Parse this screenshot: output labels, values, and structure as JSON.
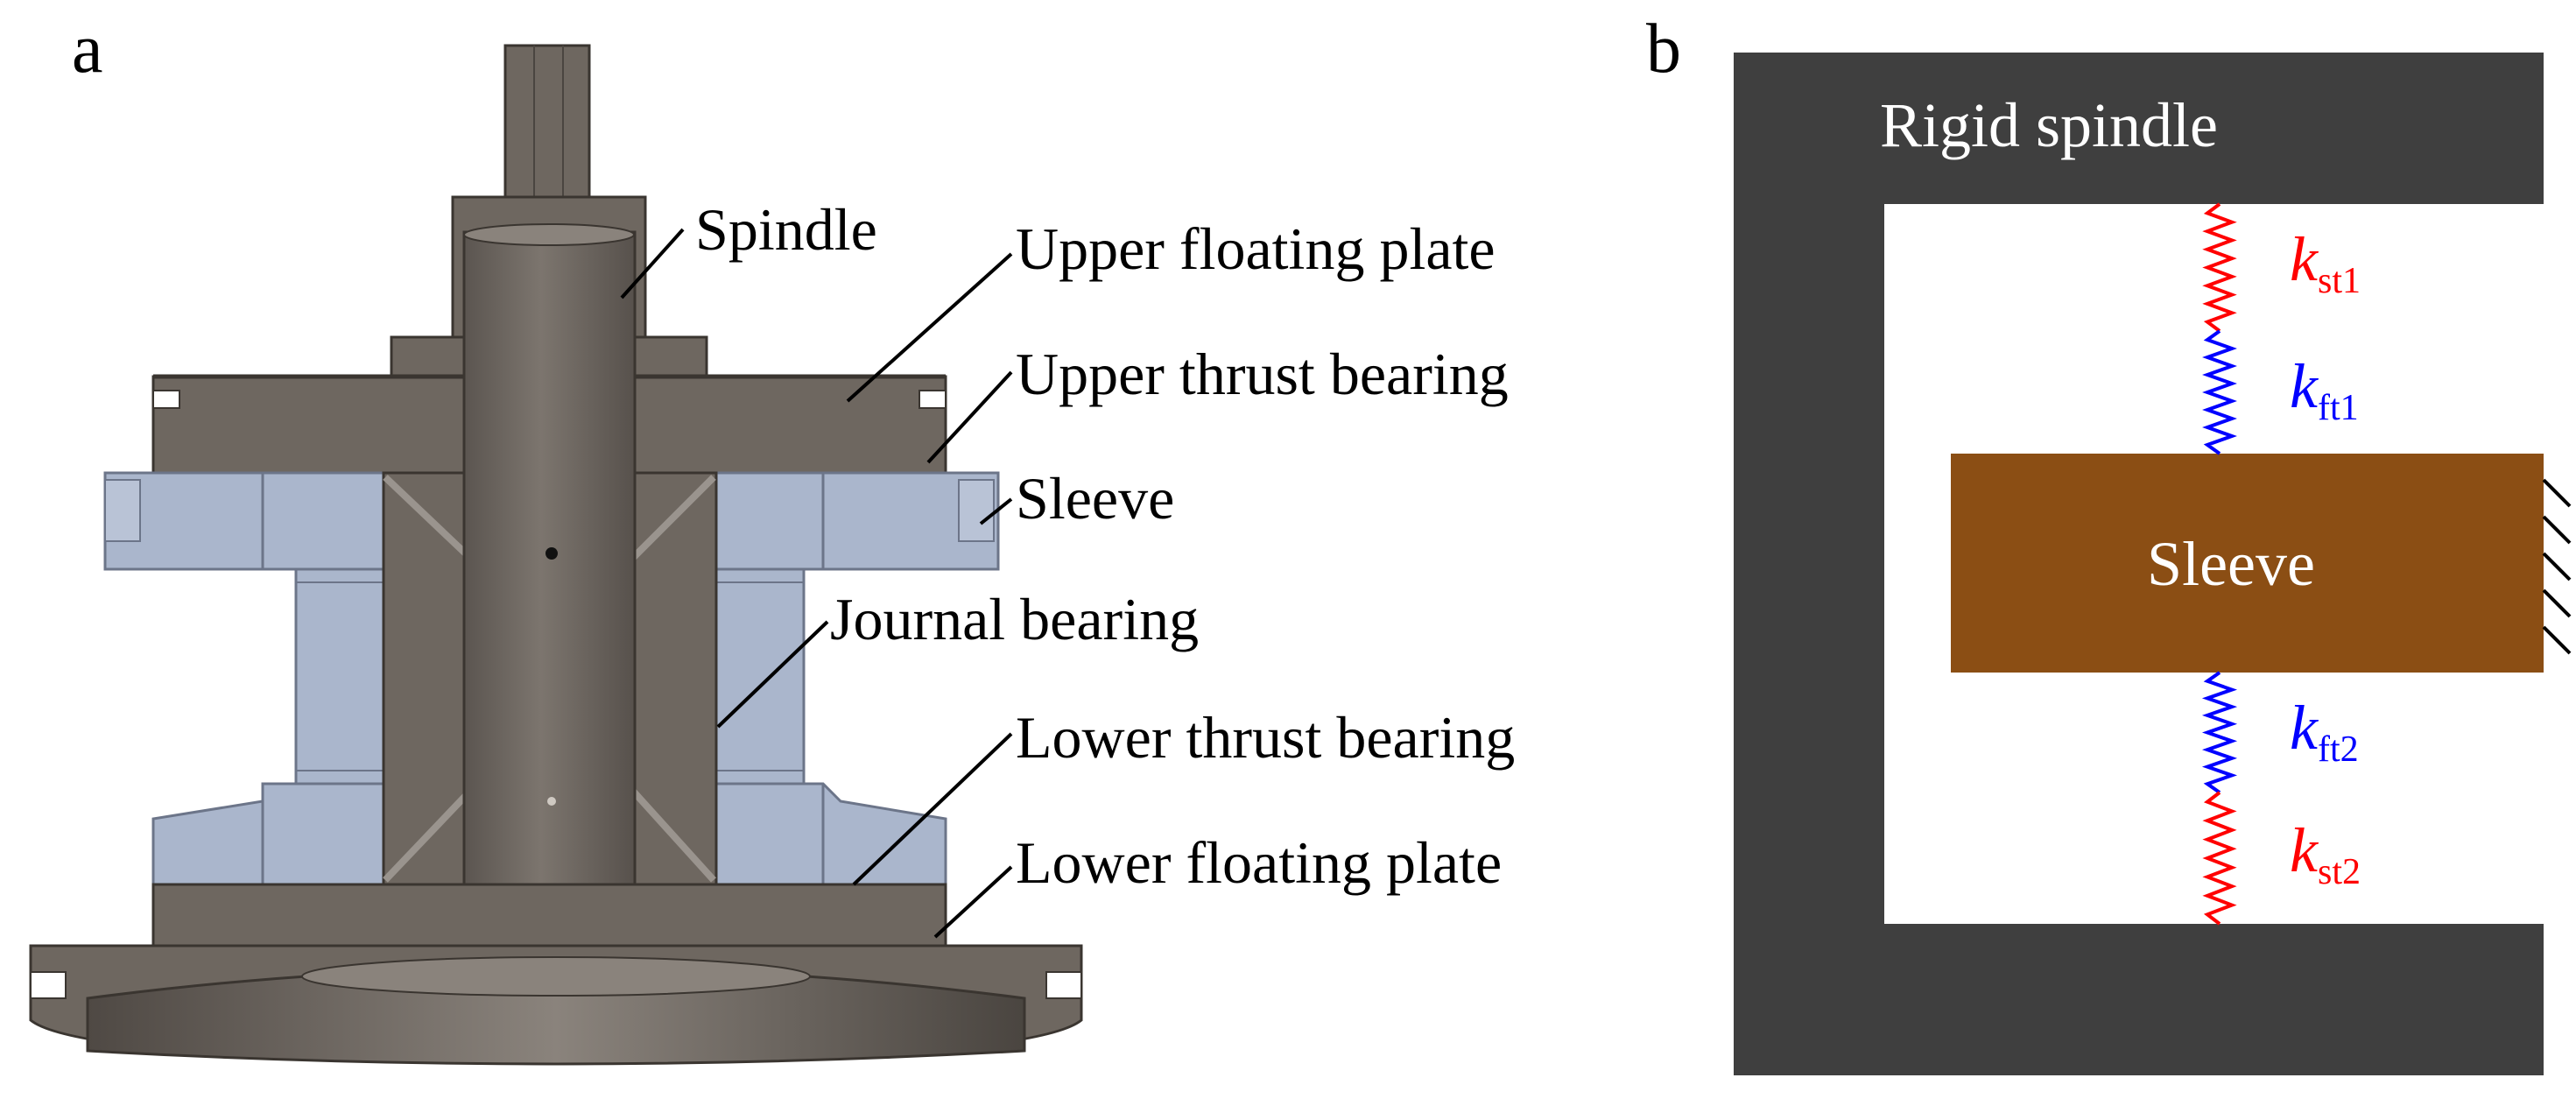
{
  "panel_a": {
    "letter": "a",
    "labels": {
      "spindle": "Spindle",
      "upper_floating_plate": "Upper floating plate",
      "upper_thrust_bearing": "Upper thrust bearing",
      "sleeve": "Sleeve",
      "journal_bearing": "Journal bearing",
      "lower_thrust_bearing": "Lower thrust bearing",
      "lower_floating_plate": "Lower floating plate"
    }
  },
  "panel_b": {
    "letter": "b",
    "rigid_spindle_label": "Rigid spindle",
    "sleeve_label": "Sleeve",
    "springs": [
      {
        "symbol": "k",
        "subscript": "st1",
        "color": "#ff0000"
      },
      {
        "symbol": "k",
        "subscript": "ft1",
        "color": "#0000ff"
      },
      {
        "symbol": "k",
        "subscript": "ft2",
        "color": "#0000ff"
      },
      {
        "symbol": "k",
        "subscript": "st2",
        "color": "#ff0000"
      }
    ]
  },
  "colors": {
    "spindle_gray": "#6e6760",
    "sleeve_blue": "#aab6cc",
    "frame_dark": "#3f3f3f",
    "sleeve_brown": "#8b4e14",
    "spring_red": "#ff0000",
    "spring_blue": "#0000ff"
  }
}
